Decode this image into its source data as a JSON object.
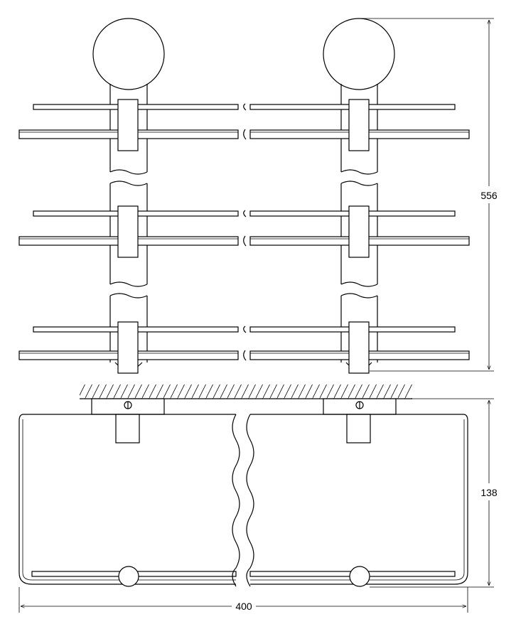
{
  "dimensions": {
    "height_total": "556",
    "depth": "138",
    "width": "400"
  },
  "colors": {
    "line": "#000000",
    "background": "#ffffff"
  }
}
